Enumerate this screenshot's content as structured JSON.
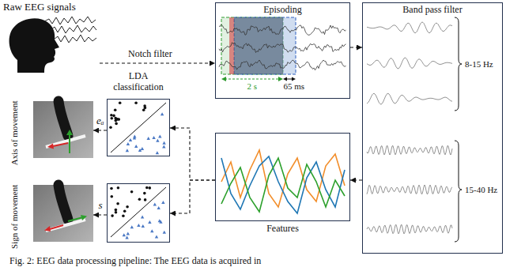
{
  "diagram": {
    "caption": "Fig. 2: EEG data processing pipeline: The EEG data is acquired in",
    "nodes": [
      {
        "text": [
          "Raw EEG signals"
        ]
      },
      {
        "text": [
          "Episoding"
        ]
      },
      {
        "text": [
          "Band pass filter"
        ]
      },
      {
        "text": [
          "Features"
        ]
      },
      {
        "text": [
          "LDA classification"
        ]
      },
      {
        "text": []
      },
      {
        "text": [
          "Axis of movement"
        ]
      },
      {
        "text": [
          "Sign of movement"
        ]
      }
    ],
    "edges": [
      {
        "from": 0,
        "to": 1,
        "arrow": "to",
        "label": "Notch filter"
      },
      {
        "from": 1,
        "to": 2,
        "arrow": "to"
      },
      {
        "from": 2,
        "to": 3,
        "arrow": "to"
      },
      {
        "from": 3,
        "to": 4,
        "arrow": "to"
      },
      {
        "from": 3,
        "to": 5,
        "arrow": "to"
      },
      {
        "from": 4,
        "to": 6,
        "arrow": "to",
        "label": "eₐ"
      },
      {
        "from": 5,
        "to": 7,
        "arrow": "to",
        "label": "s"
      }
    ],
    "labels": [
      "2 s",
      "65 ms",
      "8-15 Hz",
      "15-40 Hz"
    ]
  }
}
